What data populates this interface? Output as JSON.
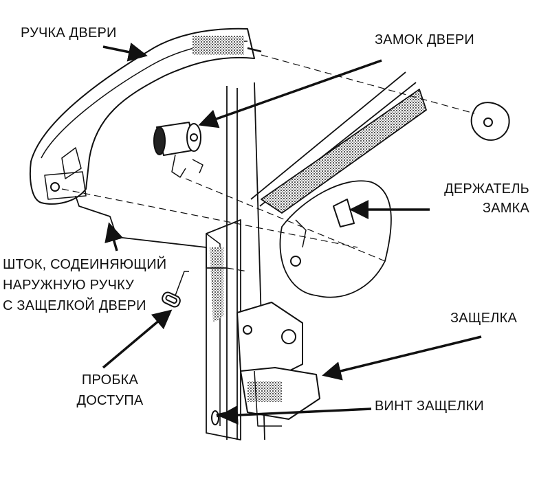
{
  "labels": {
    "door_handle": "РУЧКА ДВЕРИ",
    "door_lock": "ЗАМОК ДВЕРИ",
    "lock_holder_1": "ДЕРЖАТЕЛЬ",
    "lock_holder_2": "ЗАМКА",
    "rod_1": "ШТОК, СОДЕИНЯЮЩИЙ",
    "rod_2": "НАРУЖНУЮ РУЧКУ",
    "rod_3": "С ЗАЩЕЛКОЙ ДВЕРИ",
    "access_plug_1": "ПРОБКА",
    "access_plug_2": "ДОСТУПА",
    "latch": "ЗАЩЕЛКА",
    "latch_screw": "ВИНТ ЗАЩЕЛКИ"
  }
}
